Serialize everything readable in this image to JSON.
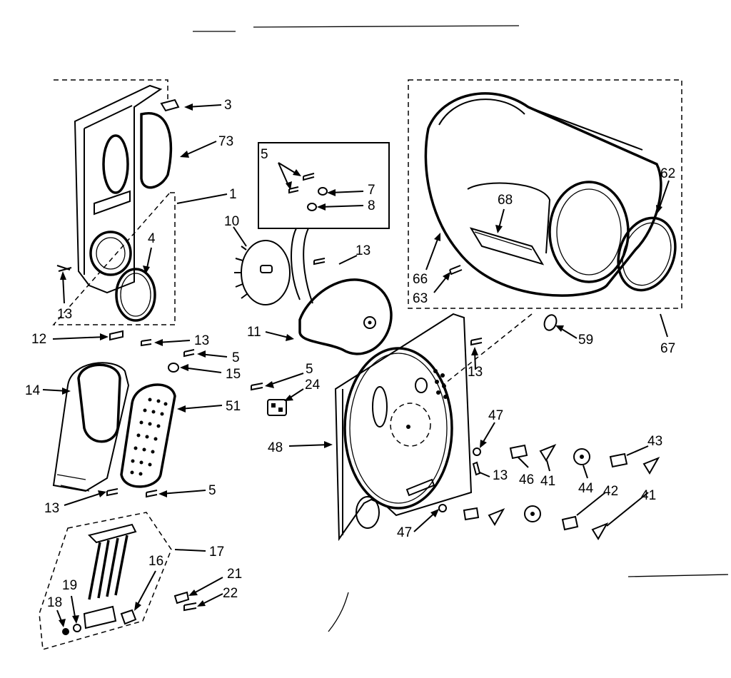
{
  "callouts": {
    "c3": "3",
    "c73": "73",
    "c1": "1",
    "c4": "4",
    "c13a": "13",
    "c5a": "5",
    "c7": "7",
    "c8": "8",
    "c10": "10",
    "c13b": "13",
    "c11": "11",
    "c12": "12",
    "c13c": "13",
    "c5b": "5",
    "c15": "15",
    "c14": "14",
    "c51": "51",
    "c5c": "5",
    "c24": "24",
    "c13d": "13",
    "c5d": "5",
    "c17": "17",
    "c16": "16",
    "c19": "19",
    "c18": "18",
    "c21": "21",
    "c22": "22",
    "c68": "68",
    "c62": "62",
    "c66": "66",
    "c63": "63",
    "c67": "67",
    "c59": "59",
    "c13e": "13",
    "c47a": "47",
    "c48": "48",
    "c43": "43",
    "c13f": "13",
    "c46": "46",
    "c41a": "41",
    "c44": "44",
    "c42": "42",
    "c41b": "41",
    "c47b": "47"
  }
}
